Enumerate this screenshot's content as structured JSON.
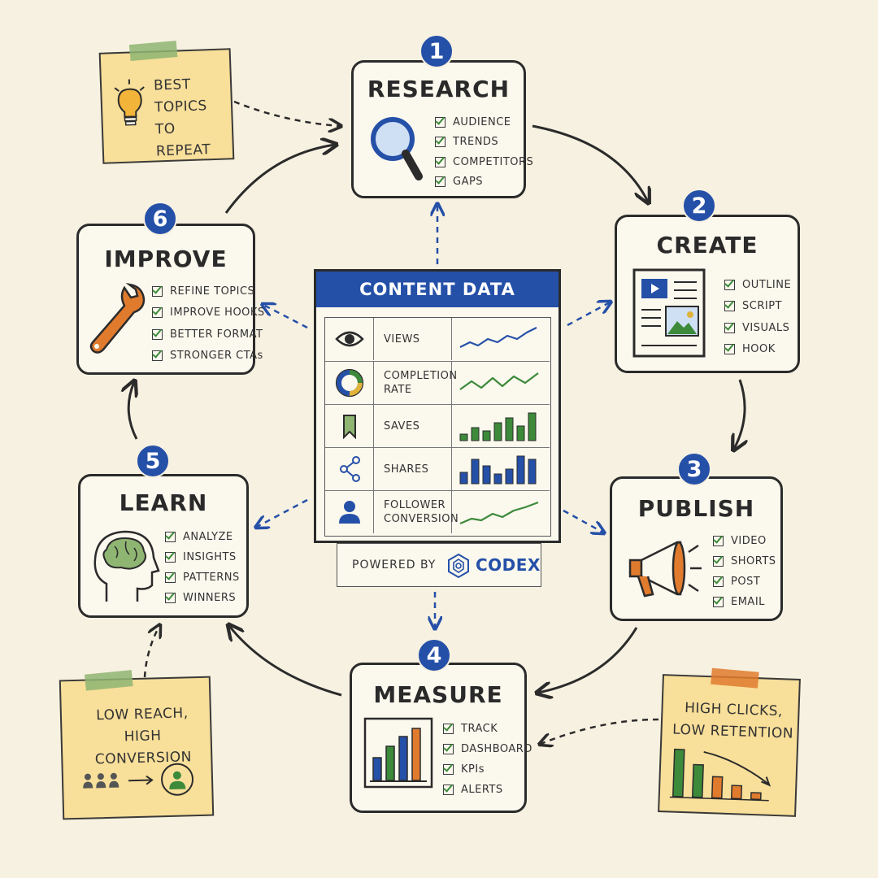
{
  "colors": {
    "background": "#f7f1e1",
    "accent_blue": "#2550a8",
    "check_green": "#3c8a3a",
    "sticky_note": "#f8df9a",
    "ink": "#2b2b2b",
    "orange": "#e07b2e"
  },
  "steps": [
    {
      "number": "1",
      "title": "RESEARCH",
      "icon": "magnifier-icon",
      "items": [
        "AUDIENCE",
        "TRENDS",
        "COMPETITORS",
        "GAPS"
      ]
    },
    {
      "number": "2",
      "title": "CREATE",
      "icon": "document-media-icon",
      "items": [
        "OUTLINE",
        "SCRIPT",
        "VISUALS",
        "HOOK"
      ]
    },
    {
      "number": "3",
      "title": "PUBLISH",
      "icon": "megaphone-icon",
      "items": [
        "VIDEO",
        "SHORTS",
        "POST",
        "EMAIL"
      ]
    },
    {
      "number": "4",
      "title": "MEASURE",
      "icon": "bar-chart-icon",
      "items": [
        "TRACK",
        "DASHBOARD",
        "KPIs",
        "ALERTS"
      ]
    },
    {
      "number": "5",
      "title": "LEARN",
      "icon": "brain-head-icon",
      "items": [
        "ANALYZE",
        "INSIGHTS",
        "PATTERNS",
        "WINNERS"
      ]
    },
    {
      "number": "6",
      "title": "IMPROVE",
      "icon": "wrench-icon",
      "items": [
        "REFINE TOPICS",
        "IMPROVE HOOKS",
        "BETTER FORMAT",
        "STRONGER CTAs"
      ]
    }
  ],
  "center": {
    "title": "CONTENT DATA",
    "metrics": [
      {
        "label": "VIEWS",
        "icon": "eye-icon",
        "spark": "line",
        "color": "#2550a8"
      },
      {
        "label": "COMPLETION RATE",
        "icon": "donut-icon",
        "spark": "line",
        "color": "#3c8a3a"
      },
      {
        "label": "SAVES",
        "icon": "bookmark-icon",
        "spark": "bars",
        "color": "#3c8a3a"
      },
      {
        "label": "SHARES",
        "icon": "share-icon",
        "spark": "bars",
        "color": "#2550a8"
      },
      {
        "label": "FOLLOWER CONVERSION",
        "icon": "user-icon",
        "spark": "line",
        "color": "#3c8a3a"
      }
    ],
    "powered_by": "POWERED BY",
    "brand": "CODEX"
  },
  "notes": [
    {
      "id": "top-left",
      "lines": [
        "BEST",
        "TOPICS TO",
        "REPEAT"
      ],
      "icon": "lightbulb-icon",
      "tape": "#8fb572"
    },
    {
      "id": "bottom-left",
      "lines": [
        "LOW REACH,",
        "HIGH CONVERSION"
      ],
      "icon": "audience-to-user-icon",
      "tape": "#8fb572"
    },
    {
      "id": "bottom-right",
      "lines": [
        "HIGH CLICKS,",
        "LOW RETENTION"
      ],
      "icon": "declining-bars-icon",
      "tape": "#e07b2e"
    }
  ]
}
